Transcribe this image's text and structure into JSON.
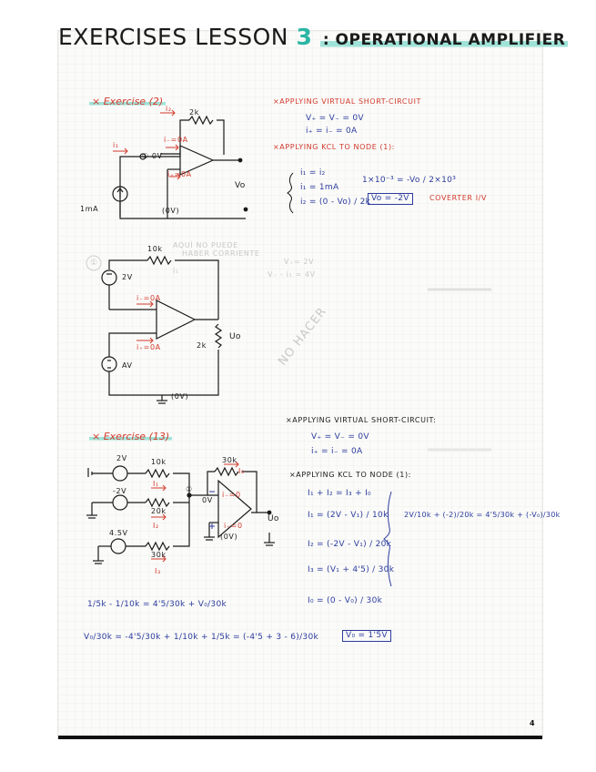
{
  "title": {
    "main": "EXERCISES LESSON",
    "number": "3",
    "rest": ": OPERATIONAL AMPLIFIER"
  },
  "ex2": {
    "heading": "× Exercise (2)",
    "circuit": {
      "r2": "2k",
      "i2": "i₂",
      "i1": "i₁",
      "inode": "i₋=0A",
      "node": "① 0V",
      "iplus": "i₊=0A",
      "vo": "Vo",
      "source": "1mA",
      "gnd": "(0V)"
    },
    "sol": {
      "h1": "×APPLYING VIRTUAL SHORT-CIRCUIT",
      "l1": "V₊ = V₋ = 0V",
      "l2": "i₊ = i₋ = 0A",
      "h2": "×APPLYING KCL TO NODE (1):",
      "l3": "i₁ = i₂",
      "l4": "i₁ = 1mA",
      "l5": "i₂ = (0 - Vo) / 2k",
      "eq": "1×10⁻³ = -Vo / 2×10³",
      "result": "Vo = -2V",
      "conv": "COVERTER I/V"
    }
  },
  "ex3": {
    "circuit": {
      "mark": "①",
      "r10k": "10k",
      "note1": "AQUÍ NO PUEDE",
      "note2": "HABER CORRIENTE",
      "i1": "i₁",
      "v2": "2V",
      "iminus": "i₋=0A",
      "iplus": "i₊=0A",
      "r2k": "2k",
      "vo": "Uo",
      "av": "AV",
      "gnd": "(0V)"
    },
    "faint1": "V₊= 2V",
    "faint2": "V₋ - i₁ = 4V",
    "stamp": "NO HACER"
  },
  "ex13": {
    "heading": "× Exercise (13)",
    "circuit": {
      "v1": "2V",
      "r1": "10k",
      "i1": "I₁",
      "v2": "-2V",
      "r2": "20k",
      "i2": "I₂",
      "v3": "4.5V",
      "r3": "30k",
      "i3": "I₃",
      "rf": "30k",
      "if": "I₀",
      "node": "①",
      "ov": "0V",
      "iplus": "i₊=0",
      "iminus": "i₋=0",
      "vo": "Uo",
      "gnd": "(0V)"
    },
    "sol": {
      "h1": "×APPLYING VIRTUAL SHORT-CIRCUIT:",
      "l1": "V₊ = V₋ = 0V",
      "l2": "i₊ = i₋ = 0A",
      "h2": "×APPLYING KCL TO NODE (1):",
      "kcl": "I₁ + I₂ = I₃ + I₀",
      "e1": "I₁ = (2V - V₁) / 10k",
      "e2": "I₂ = (-2V - V₁) / 20k",
      "e3": "I₃ = (V₁ + 4'5) / 30k",
      "e4": "I₀ = (0 - V₀) / 30k",
      "sum": "2V/10k + (-2)/20k = 4'5/30k + (-V₀)/30k",
      "f1": "1/5k - 1/10k = 4'5/30k + V₀/30k",
      "f2": "V₀/30k = -4'5/30k + 1/10k + 1/5k = (-4'5 + 3 - 6)/30k",
      "result": "V₀ = 1'5V"
    }
  },
  "page_number": "4"
}
